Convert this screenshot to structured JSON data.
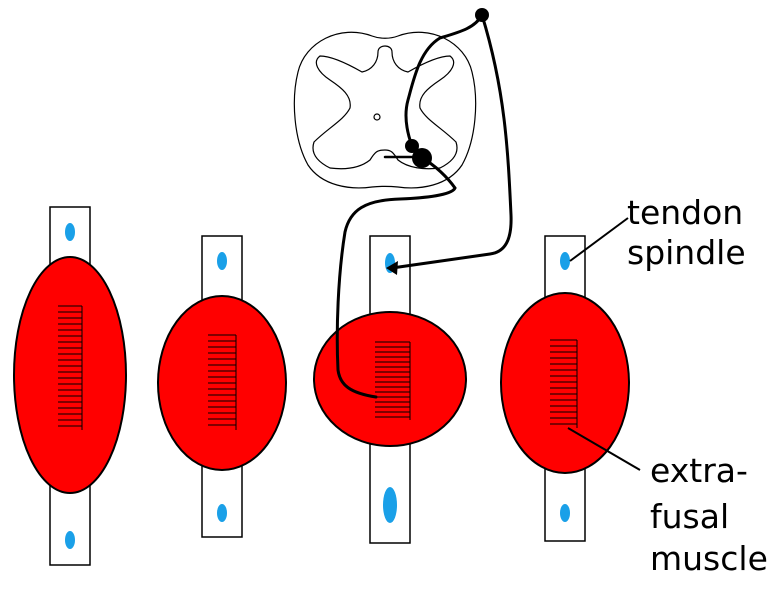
{
  "labels": {
    "tendon": "tendon",
    "spindle": "spindle",
    "extra": "extra-",
    "fusal": "fusal",
    "muscle": "muscle"
  },
  "colors": {
    "muscle_fill": "#ff0000",
    "spindle_blob": "#1aa0e8",
    "line": "#000000",
    "background": "#ffffff"
  }
}
